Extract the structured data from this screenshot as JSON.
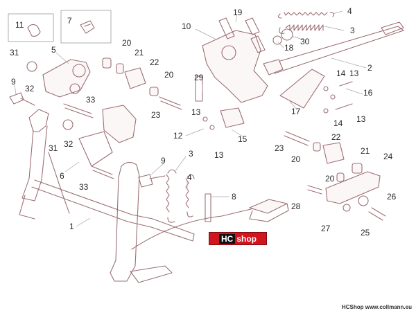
{
  "diagram": {
    "callouts": [
      {
        "id": "c1",
        "label": "1"
      },
      {
        "id": "c2",
        "label": "2"
      },
      {
        "id": "c3a",
        "label": "3"
      },
      {
        "id": "c3b",
        "label": "3"
      },
      {
        "id": "c4a",
        "label": "4"
      },
      {
        "id": "c4b",
        "label": "4"
      },
      {
        "id": "c5",
        "label": "5"
      },
      {
        "id": "c6",
        "label": "6"
      },
      {
        "id": "c7",
        "label": "7"
      },
      {
        "id": "c8",
        "label": "8"
      },
      {
        "id": "c9a",
        "label": "9"
      },
      {
        "id": "c9b",
        "label": "9"
      },
      {
        "id": "c10",
        "label": "10"
      },
      {
        "id": "c11",
        "label": "11"
      },
      {
        "id": "c12",
        "label": "12"
      },
      {
        "id": "c13a",
        "label": "13"
      },
      {
        "id": "c13b",
        "label": "13"
      },
      {
        "id": "c13c",
        "label": "13"
      },
      {
        "id": "c13d",
        "label": "13"
      },
      {
        "id": "c14a",
        "label": "14"
      },
      {
        "id": "c14b",
        "label": "14"
      },
      {
        "id": "c15",
        "label": "15"
      },
      {
        "id": "c16",
        "label": "16"
      },
      {
        "id": "c17",
        "label": "17"
      },
      {
        "id": "c18",
        "label": "18"
      },
      {
        "id": "c19",
        "label": "19"
      },
      {
        "id": "c20a",
        "label": "20"
      },
      {
        "id": "c20b",
        "label": "20"
      },
      {
        "id": "c20c",
        "label": "20"
      },
      {
        "id": "c20d",
        "label": "20"
      },
      {
        "id": "c21a",
        "label": "21"
      },
      {
        "id": "c21b",
        "label": "21"
      },
      {
        "id": "c22a",
        "label": "22"
      },
      {
        "id": "c22b",
        "label": "22"
      },
      {
        "id": "c23a",
        "label": "23"
      },
      {
        "id": "c23b",
        "label": "23"
      },
      {
        "id": "c24",
        "label": "24"
      },
      {
        "id": "c25",
        "label": "25"
      },
      {
        "id": "c26",
        "label": "26"
      },
      {
        "id": "c27",
        "label": "27"
      },
      {
        "id": "c28",
        "label": "28"
      },
      {
        "id": "c29",
        "label": "29"
      },
      {
        "id": "c30",
        "label": "30"
      },
      {
        "id": "c31a",
        "label": "31"
      },
      {
        "id": "c31b",
        "label": "31"
      },
      {
        "id": "c32a",
        "label": "32"
      },
      {
        "id": "c32b",
        "label": "32"
      },
      {
        "id": "c33a",
        "label": "33"
      },
      {
        "id": "c33b",
        "label": "33"
      }
    ]
  },
  "logo": {
    "hc": "HC",
    "shop": "shop"
  },
  "footer": {
    "brand": "HCShop",
    "url": "www.collmann.eu"
  },
  "colors": {
    "line_art": "#9c6e73",
    "logo_red": "#d2141e",
    "text": "#2a2a2a"
  }
}
